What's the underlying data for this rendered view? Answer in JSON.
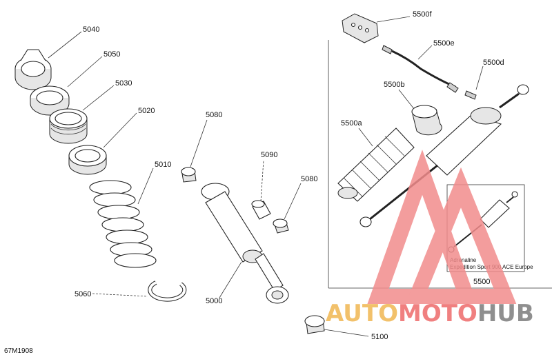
{
  "diagram": {
    "code": "67M1908",
    "labels": {
      "p5040": "5040",
      "p5050": "5050",
      "p5030": "5030",
      "p5020": "5020",
      "p5010": "5010",
      "p5060": "5060",
      "p5080a": "5080",
      "p5090": "5090",
      "p5080b": "5080",
      "p5000": "5000",
      "p5100": "5100",
      "p5500f": "5500f",
      "p5500e": "5500e",
      "p5500d": "5500d",
      "p5500b": "5500b",
      "p5500a": "5500a",
      "p5500": "5500"
    },
    "inset": {
      "line1": "Adrenaline",
      "line2": "Expedition Sport 900 ACE Europe"
    }
  },
  "watermark": {
    "part1": "AUTO",
    "part2": "MOTO",
    "part3": "HUB",
    "colors": {
      "auto": "#f2c16b",
      "moto": "#f08080",
      "hub": "#8f8f8f",
      "logo": "#f28c8c"
    }
  }
}
